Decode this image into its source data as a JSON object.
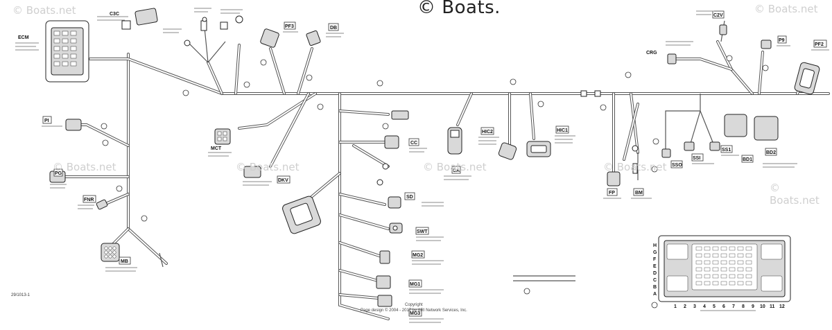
{
  "watermarks": {
    "main": "© Boats.",
    "faint": "© Boats.net"
  },
  "footer": {
    "copyright": "Copyright",
    "page": "Page design © 2004 - 2017 by ARI Network Services, Inc."
  },
  "part_number": "29/1013-1",
  "labels": {
    "ecm": "ECM",
    "c3c": "C3C",
    "pf3": "PF3",
    "db": "DB",
    "mct": "MCT",
    "dkv": "DKV",
    "pi": "PI",
    "pg": "PG",
    "fnr": "FNR",
    "mb": "MB",
    "cc": "CC",
    "ca": "CA",
    "hic2": "HIC2",
    "hic1": "HIC1",
    "sd": "SD",
    "swt": "SWT",
    "mg2": "MG2",
    "mg1": "MG1",
    "mg3": "MG3",
    "fp": "FP",
    "bm": "BM",
    "sso": "SSO",
    "ssi": "SSI",
    "ss1": "SS1",
    "bd1": "BD1",
    "bd2": "BD2",
    "crg": "CRG",
    "p9": "P9",
    "pf2": "PF2",
    "c2v": "C2V"
  },
  "connector_grid": {
    "columns": [
      "1",
      "2",
      "3",
      "4",
      "5",
      "6",
      "7",
      "8",
      "9",
      "10",
      "11",
      "12"
    ],
    "rows": [
      "A",
      "B",
      "C",
      "D",
      "E",
      "F",
      "G",
      "H"
    ]
  }
}
